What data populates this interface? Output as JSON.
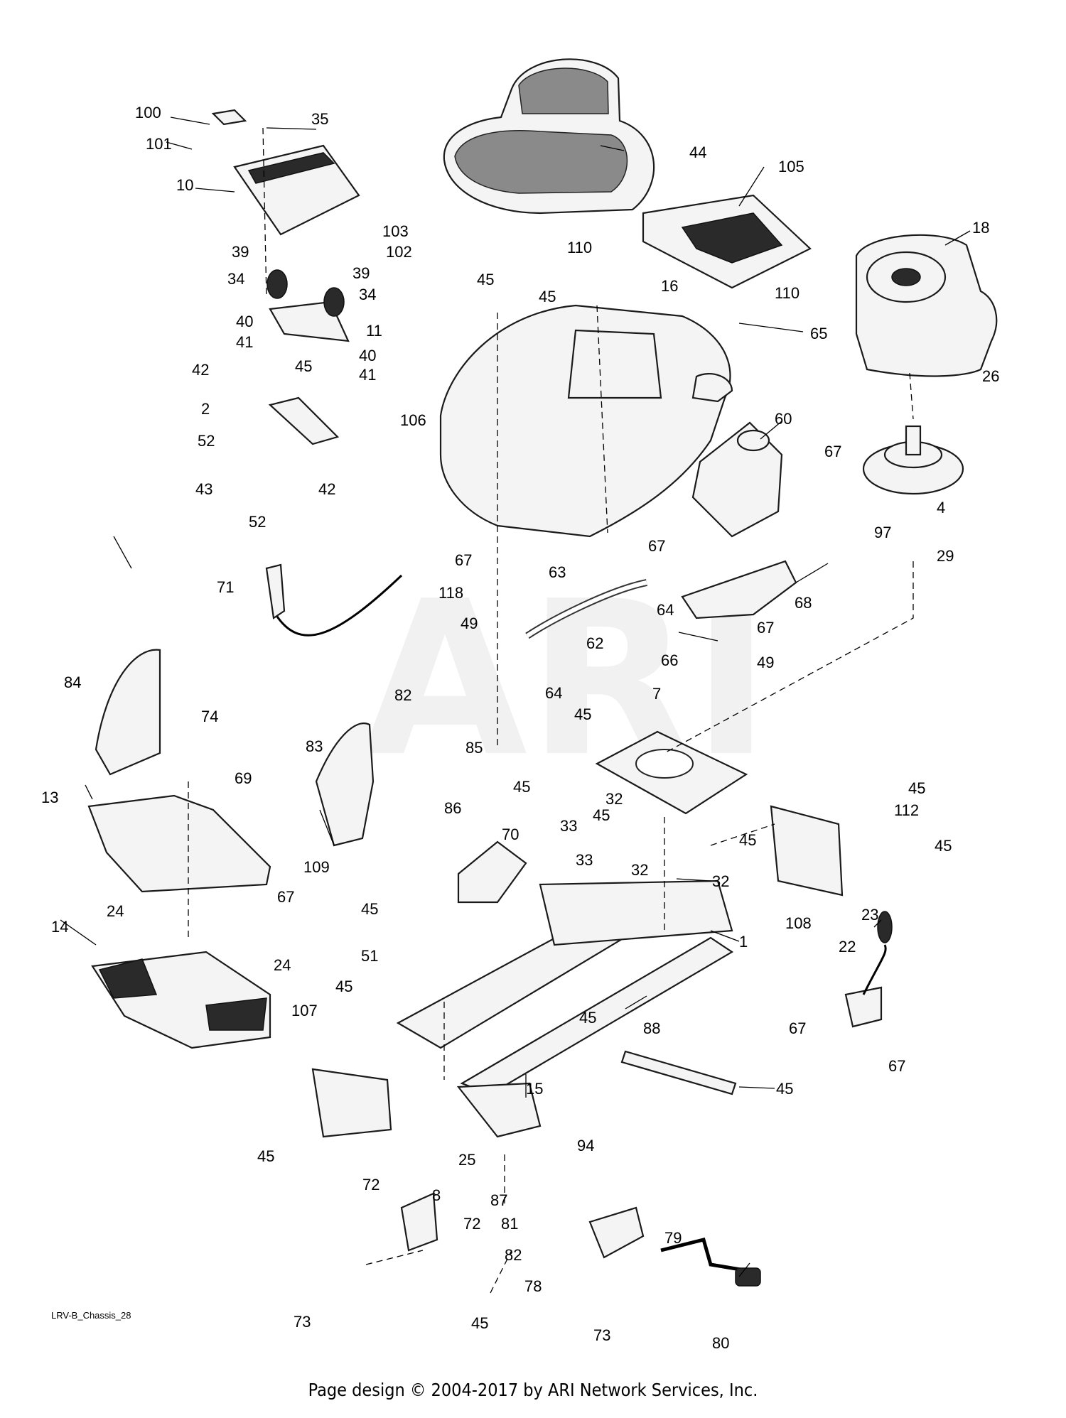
{
  "watermark": "ARI",
  "diagram_code": "LRV-B_Chassis_28",
  "footer": "Page design © 2004-2017 by ARI Network Services, Inc.",
  "labels": {
    "L100": "100",
    "L101": "101",
    "L35": "35",
    "L10": "10",
    "L103": "103",
    "L102": "102",
    "L39a": "39",
    "L39b": "39",
    "L34a": "34",
    "L34b": "34",
    "L40a": "40",
    "L41a": "41",
    "L11": "11",
    "L40b": "40",
    "L41b": "41",
    "L42a": "42",
    "L45a": "45",
    "L2": "2",
    "L52a": "52",
    "L43": "43",
    "L52b": "52",
    "L42b": "42",
    "L106": "106",
    "L44": "44",
    "L105": "105",
    "L110a": "110",
    "L110b": "110",
    "L18": "18",
    "L45b": "45",
    "L45c": "45",
    "L16": "16",
    "L65": "65",
    "L26": "26",
    "L60": "60",
    "L67a": "67",
    "L67b": "67",
    "L97": "97",
    "L4": "4",
    "L29": "29",
    "L67c": "67",
    "L118": "118",
    "L49a": "49",
    "L63": "63",
    "L64a": "64",
    "L68": "68",
    "L62": "62",
    "L67d": "67",
    "L66": "66",
    "L49b": "49",
    "L64b": "64",
    "L71": "71",
    "L84": "84",
    "L74": "74",
    "L82a": "82",
    "L85": "85",
    "L83": "83",
    "L7": "7",
    "L45d": "45",
    "L69": "69",
    "L13": "13",
    "L86": "86",
    "L45e": "45",
    "L32a": "32",
    "L45f": "45",
    "L33a": "33",
    "L45g": "45",
    "L112": "112",
    "L45h": "45",
    "L70": "70",
    "L33b": "33",
    "L32b": "32",
    "L109": "109",
    "L67e": "67",
    "L32c": "32",
    "L45i": "45",
    "L108": "108",
    "L1": "1",
    "L24a": "24",
    "L45j": "45",
    "L14": "14",
    "L24b": "24",
    "L51": "51",
    "L45k": "45",
    "L23": "23",
    "L22": "22",
    "L107": "107",
    "L45l": "45",
    "L88": "88",
    "L67f": "67",
    "L67g": "67",
    "L45m": "45",
    "L15": "15",
    "L45n": "45",
    "L25": "25",
    "L94": "94",
    "L72a": "72",
    "L8": "8",
    "L87": "87",
    "L72b": "72",
    "L81": "81",
    "L79": "79",
    "L82b": "82",
    "L78": "78",
    "L73a": "73",
    "L45o": "45",
    "L73b": "73",
    "L80": "80"
  }
}
